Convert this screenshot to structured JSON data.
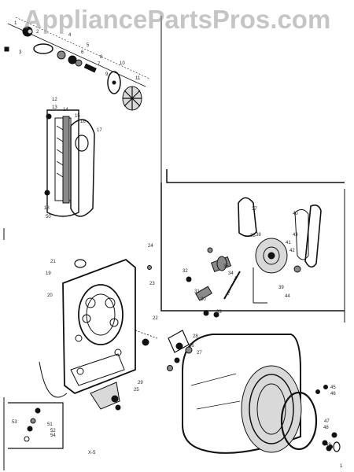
{
  "watermark": "AppliancePartsPros.com",
  "footer": {
    "page_code": "X-5",
    "right_mark": "1"
  },
  "callouts": [
    "1",
    "2",
    "3",
    "4",
    "5",
    "6",
    "7",
    "8",
    "9",
    "10",
    "11",
    "12",
    "13",
    "14",
    "15",
    "16",
    "17",
    "18",
    "19",
    "20",
    "21",
    "22",
    "23",
    "24",
    "25",
    "26",
    "27",
    "28",
    "29",
    "30",
    "31",
    "32",
    "33",
    "34",
    "35",
    "36",
    "37",
    "38",
    "39",
    "40",
    "41",
    "42",
    "43",
    "44",
    "45",
    "46",
    "47",
    "48",
    "49",
    "50",
    "51",
    "52",
    "53",
    "54"
  ]
}
